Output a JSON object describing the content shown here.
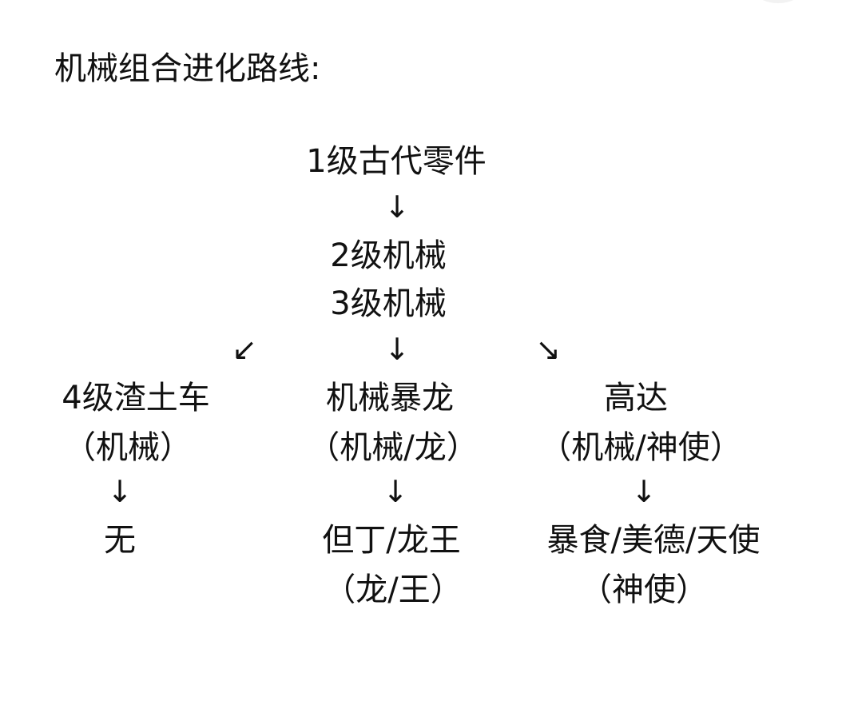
{
  "title": "机械组合进化路线:",
  "root": {
    "level1": "1级古代零件",
    "level2": "2级机械",
    "level3": "3级机械"
  },
  "arrows": {
    "down": "↓",
    "down_left": "↙",
    "down_right": "↘"
  },
  "branches": [
    {
      "name": "4级渣土车",
      "tag": "（机械）",
      "result": "无",
      "result_tag": ""
    },
    {
      "name": "机械暴龙",
      "tag": "（机械/龙）",
      "result": "但丁/龙王",
      "result_tag": "（龙/王）"
    },
    {
      "name": "高达",
      "tag": "（机械/神使）",
      "result": "暴食/美德/天使",
      "result_tag": "（神使）"
    }
  ]
}
